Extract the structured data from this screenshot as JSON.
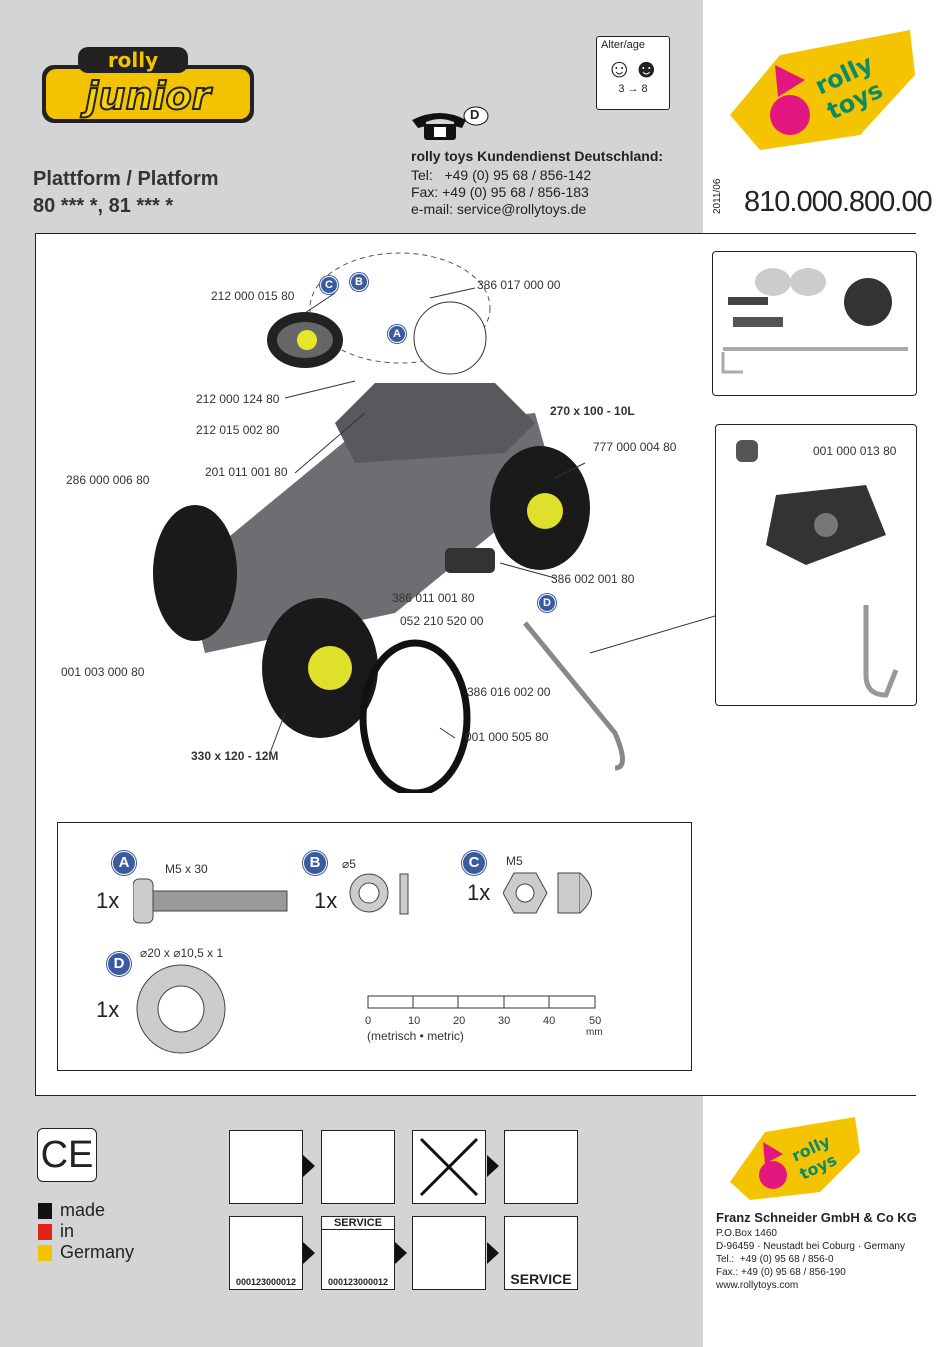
{
  "header": {
    "brand_logo": "rolly junior",
    "title": "Plattform / Platform",
    "models": "80 *** *, 81 *** *",
    "age_label": "Alter/age",
    "age_range": "3 → 8",
    "phone_badge": "D",
    "service_title": "rolly toys Kundendienst Deutschland:",
    "tel": "Tel:   +49 (0) 95 68 / 856-142",
    "fax": "Fax: +49 (0) 95 68 / 856-183",
    "email": "e-mail: service@rollytoys.de",
    "date": "2011/06",
    "article_number": "810.000.800.00",
    "logo": "rolly toys"
  },
  "parts": {
    "p1": "212 000 015 80",
    "p2": "386 017 000 00",
    "p3": "212 000 124 80",
    "p4": "212 015 002 80",
    "p5": "201 011 001 80",
    "p6": "286 000 006 80",
    "p7": "270 x 100 - 10L",
    "p8": "777 000 004 80",
    "p9": "386 002 001 80",
    "p10": "386 011 001 80",
    "p11": "052 210 520 00",
    "p12": "386 016 002 00",
    "p13": "001 003 000 80",
    "p14": "001 000 505 80",
    "p15": "330 x 120 - 12M",
    "p16": "001 000 013 80"
  },
  "hardware": {
    "A": {
      "letter": "A",
      "qty": "1x",
      "spec": "M5 x 30"
    },
    "B": {
      "letter": "B",
      "qty": "1x",
      "spec": "⌀5"
    },
    "C": {
      "letter": "C",
      "qty": "1x",
      "spec": "M5"
    },
    "D": {
      "letter": "D",
      "qty": "1x",
      "spec": "⌀20 x ⌀10,5 x 1"
    }
  },
  "scale": {
    "ticks": [
      "0",
      "10",
      "20",
      "30",
      "40",
      "50"
    ],
    "unit": "mm",
    "caption": "(metrisch • metric)"
  },
  "footer": {
    "ce": "CE",
    "made": "made",
    "in": "in",
    "germany": "Germany",
    "code1": "000123000012",
    "code2": "000123000012",
    "service_sheet": "SERVICE",
    "service_label": "SERVICE",
    "company": "Franz Schneider GmbH & Co KG",
    "pobox": "P.O.Box 1460",
    "address": "D-96459 · Neustadt bei Coburg · Germany",
    "tel": "Tel.:  +49 (0) 95 68 / 856-0",
    "fax": "Fax.: +49 (0) 95 68 / 856-190",
    "web": "www.rollytoys.com",
    "logo": "rolly toys"
  },
  "colors": {
    "accent_blue": "#3a5ba0",
    "yellow": "#f5c400",
    "pink": "#e2177f",
    "green": "#0b8a6a"
  }
}
